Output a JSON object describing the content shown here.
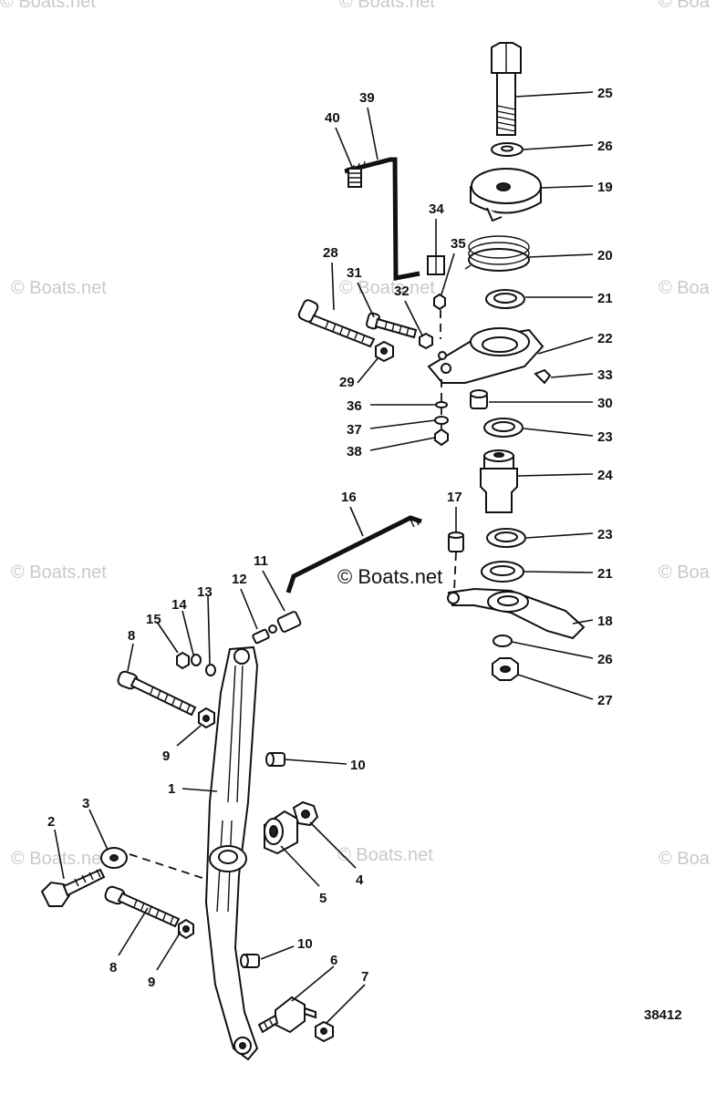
{
  "figure_id": "38412",
  "watermark": {
    "text": "© Boats.net",
    "partial": "© Boa",
    "top_partial": "© Boats.net",
    "top_partial_right": "© Boa"
  },
  "callouts": {
    "c1": "1",
    "c2": "2",
    "c3": "3",
    "c4": "4",
    "c5": "5",
    "c6": "6",
    "c7": "7",
    "c8": "8",
    "c9": "9",
    "c10": "10",
    "c11": "11",
    "c12": "12",
    "c13": "13",
    "c14": "14",
    "c15": "15",
    "c16": "16",
    "c17": "17",
    "c18": "18",
    "c19": "19",
    "c20": "20",
    "c21": "21",
    "c22": "22",
    "c23": "23",
    "c24": "24",
    "c25": "25",
    "c26": "26",
    "c27": "27",
    "c28": "28",
    "c29": "29",
    "c30": "30",
    "c31": "31",
    "c32": "32",
    "c33": "33",
    "c34": "34",
    "c35": "35",
    "c36": "36",
    "c37": "37",
    "c38": "38",
    "c39": "39",
    "c40": "40"
  }
}
